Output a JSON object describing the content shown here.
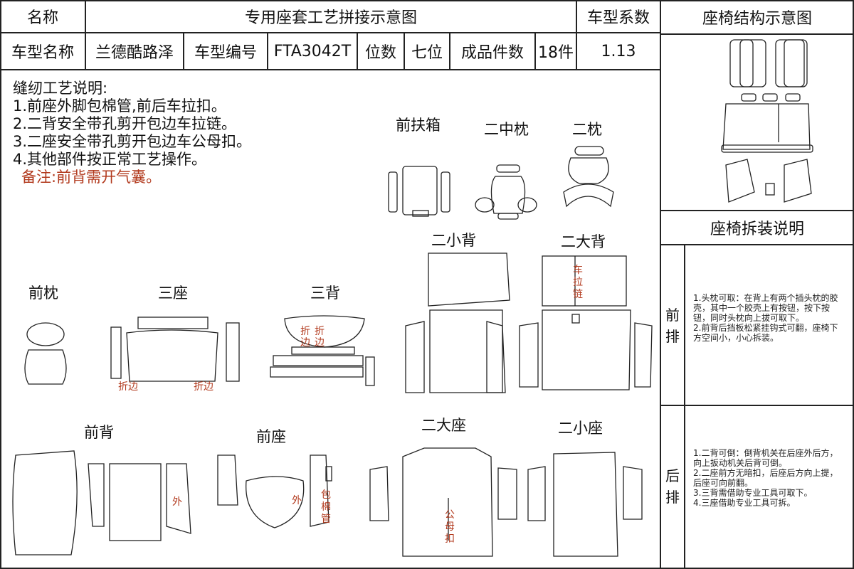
{
  "header": {
    "name_label": "名称",
    "title": "专用座套工艺拼接示意图",
    "coef_label": "车型系数",
    "structure_title": "座椅结构示意图"
  },
  "info": {
    "model_name_label": "车型名称",
    "model_name": "兰德酷路泽",
    "model_code_label": "车型编号",
    "model_code": "FTA3042T",
    "seats_label": "位数",
    "seats": "七位",
    "pieces_label": "成品件数",
    "pieces": "18件",
    "coef": "1.13"
  },
  "notes": {
    "title": "缝纫工艺说明:",
    "items": [
      "1.前座外脚包棉管,前后车拉扣。",
      "2.二背安全带孔剪开包边车拉链。",
      "3.二座安全带孔剪开包边车公母扣。",
      "4.其他部件按正常工艺操作。"
    ],
    "remark": "备注:前背需开气囊。"
  },
  "parts": {
    "front_box": "前扶箱",
    "second_mid_pillow": "二中枕",
    "second_pillow": "二枕",
    "second_small_back": "二小背",
    "second_big_back": "二大背",
    "front_pillow": "前枕",
    "third_seat": "三座",
    "third_back": "三背",
    "front_back": "前背",
    "front_seat": "前座",
    "second_big_seat": "二大座",
    "second_small_seat": "二小座"
  },
  "annotations": {
    "zipper": "车拉链",
    "fold_edge": "折边",
    "fold": "折",
    "edge": "边",
    "outer": "外",
    "wrap_cotton_tube": "包棉管",
    "snap_button": "公母扣"
  },
  "right": {
    "removal_title": "座椅拆装说明",
    "front_row_label": "前排",
    "front_row_text": "1.头枕可取：在背上有两个插头枕的胶壳，其中一个胶壳上有按钮，按下按钮，同时头枕向上拔可取下。\n2.前背后挡板松紧挂钩式可翻，座椅下方空间小，小心拆装。",
    "rear_row_label": "后排",
    "rear_row_text": "1.二背可倒：倒背机关在后座外后方，向上扳动机关后背可倒。\n2.二座前方无暗扣，后座后方向上提，后座可向前翻。\n3.三背需借助专业工具可取下。\n4.三座借助专业工具可拆。"
  }
}
